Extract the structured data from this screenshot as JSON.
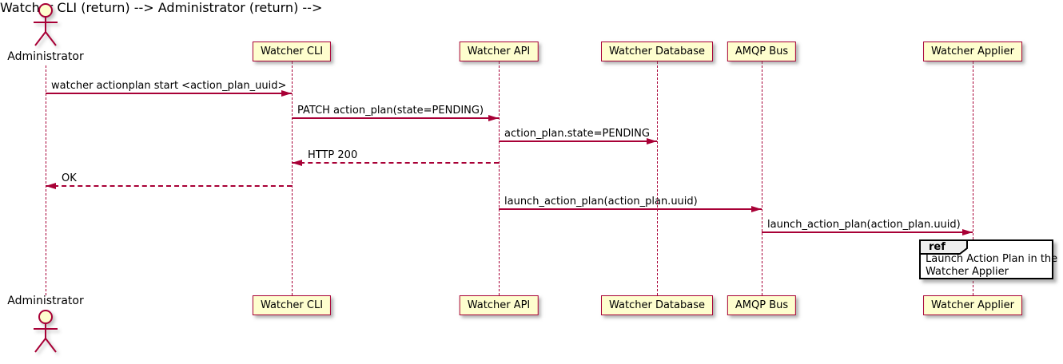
{
  "diagram": {
    "kind": "uml-sequence-diagram",
    "actor": {
      "name": "Administrator"
    },
    "participants": [
      {
        "name": "Watcher CLI"
      },
      {
        "name": "Watcher API"
      },
      {
        "name": "Watcher Database"
      },
      {
        "name": "AMQP Bus"
      },
      {
        "name": "Watcher Applier"
      }
    ],
    "messages": [
      {
        "from": "Administrator",
        "to": "Watcher CLI",
        "label": "watcher actionplan start <action_plan_uuid>",
        "line": "solid",
        "direction": "right"
      },
      {
        "from": "Watcher CLI",
        "to": "Watcher API",
        "label": "PATCH action_plan(state=PENDING)",
        "line": "solid",
        "direction": "right"
      },
      {
        "from": "Watcher API",
        "to": "Watcher Database",
        "label": "action_plan.state=PENDING",
        "line": "solid",
        "direction": "right"
      },
      {
        "from": "Watcher API",
        "to": "Watcher CLI",
        "label": "HTTP 200",
        "line": "dashed",
        "direction": "left"
      },
      {
        "from": "Watcher CLI",
        "to": "Administrator",
        "label": "OK",
        "line": "dashed",
        "direction": "left"
      },
      {
        "from": "Watcher API",
        "to": "AMQP Bus",
        "label": "launch_action_plan(action_plan.uuid)",
        "line": "solid",
        "direction": "right"
      },
      {
        "from": "AMQP Bus",
        "to": "Watcher Applier",
        "label": "launch_action_plan(action_plan.uuid)",
        "line": "solid",
        "direction": "right"
      }
    ],
    "ref": {
      "keyword": "ref",
      "text_line1": "Launch Action Plan in the",
      "text_line2": "Watcher Applier"
    },
    "colors": {
      "stroke": "#A80036",
      "participant_fill": "#FEFECE",
      "text": "#000000",
      "ref_border": "#000000",
      "ref_header_fill": "#EEEEEE",
      "background": "#FFFFFF"
    }
  }
}
